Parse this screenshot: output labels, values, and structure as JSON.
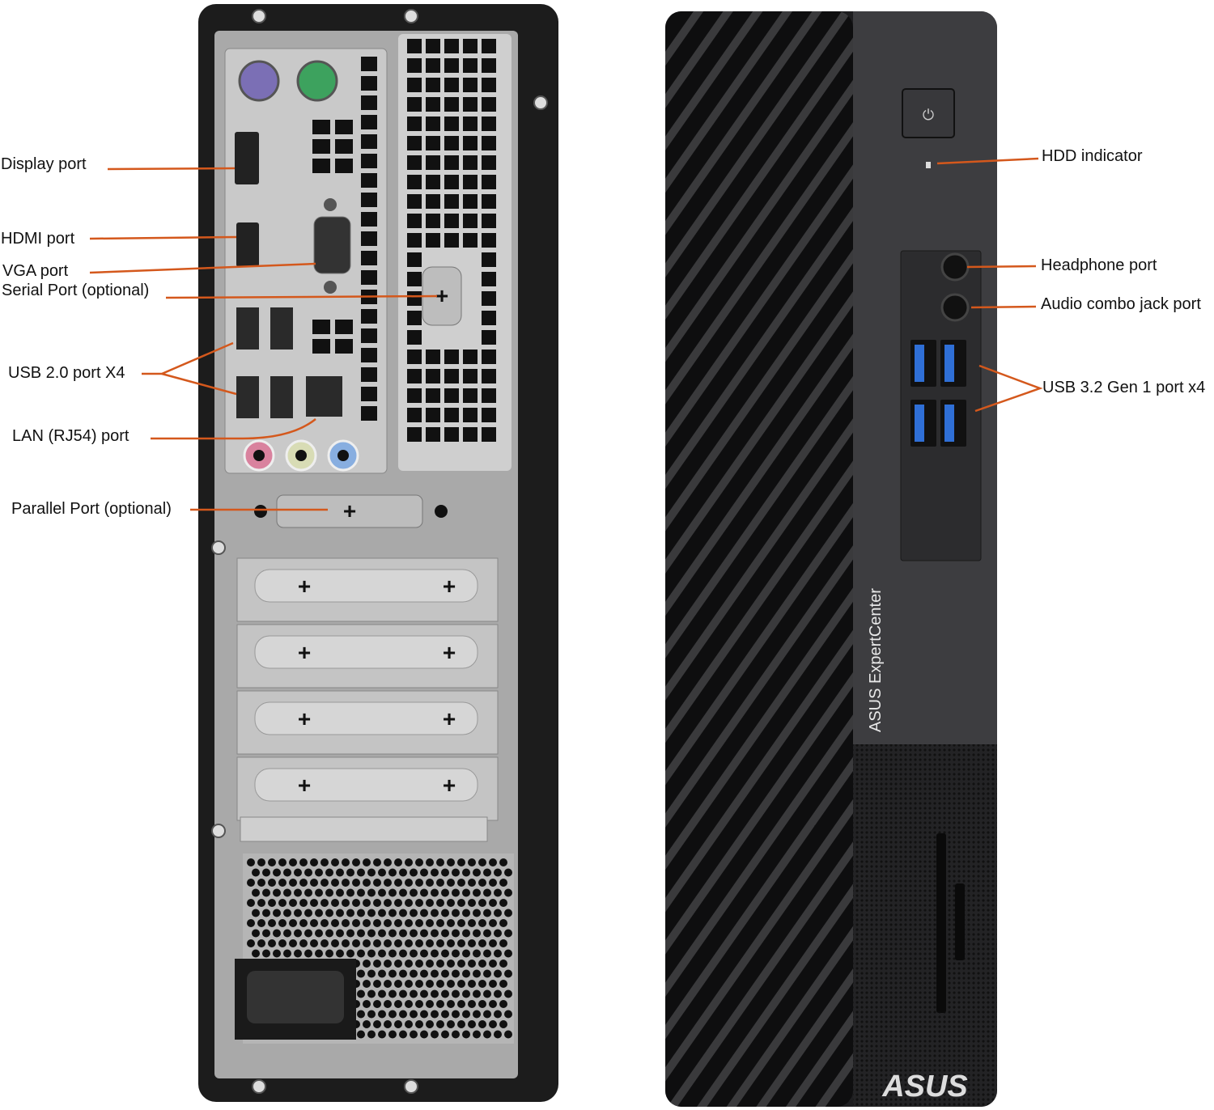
{
  "colors": {
    "leader": "#d4581c",
    "usb3_blue": "#2f6fd6",
    "case": "#1e1e20"
  },
  "back_labels": [
    {
      "id": "display-port",
      "text": "Display port"
    },
    {
      "id": "hdmi-port",
      "text": "HDMI port"
    },
    {
      "id": "vga-port",
      "text": "VGA port"
    },
    {
      "id": "serial-port",
      "text": "Serial Port (optional)"
    },
    {
      "id": "usb2-ports",
      "text": "USB 2.0 port X4"
    },
    {
      "id": "lan-port",
      "text": "LAN (RJ54) port"
    },
    {
      "id": "parallel-port",
      "text": "Parallel Port (optional)"
    }
  ],
  "front_labels": [
    {
      "id": "hdd-indicator",
      "text": "HDD indicator"
    },
    {
      "id": "headphone-port",
      "text": "Headphone port"
    },
    {
      "id": "audio-combo-port",
      "text": "Audio combo jack port"
    },
    {
      "id": "usb3-ports",
      "text": "USB 3.2 Gen 1 port x4"
    }
  ],
  "front_branding": {
    "model": "ASUS ExpertCenter",
    "logo": "ASUS"
  }
}
